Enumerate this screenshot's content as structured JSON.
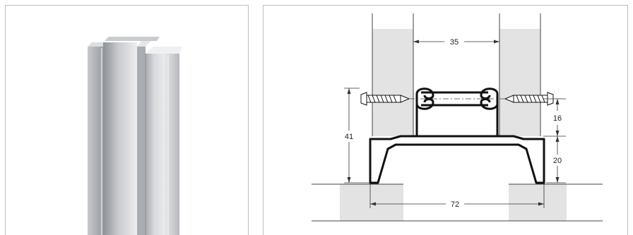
{
  "colors": {
    "panel_border": "#bdbdbd",
    "wall_fill": "#e3e3e3",
    "profile_stroke": "#111111",
    "aluminium_light": "#e2e4e7",
    "aluminium_dark": "#9fa2a7"
  },
  "drawing": {
    "dim_gap": "35",
    "dim_height_total": "41",
    "dim_screw_offset": "16",
    "dim_profile_height": "20",
    "dim_bottom_width": "72"
  }
}
